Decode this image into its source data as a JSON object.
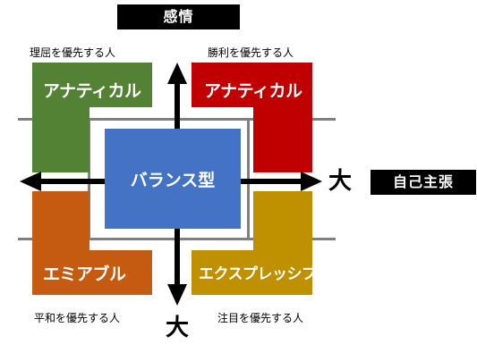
{
  "diagram": {
    "axis_vertical_title": "感情",
    "axis_horizontal_title": "自己主張",
    "axis_vertical_end": "大",
    "axis_horizontal_end": "大",
    "center": {
      "label": "バランス型",
      "color": "#4472c4"
    },
    "quadrants": [
      {
        "id": "top-left",
        "label": "アナティカル",
        "caption": "理屈を優先する人",
        "color": "#548235"
      },
      {
        "id": "top-right",
        "label": "アナティカル",
        "caption": "勝利を優先する人",
        "color": "#c00000"
      },
      {
        "id": "bottom-left",
        "label": "エミアブル",
        "caption": "平和を優先する人",
        "color": "#c55a11"
      },
      {
        "id": "bottom-right",
        "label": "エクスプレッシブ",
        "caption": "注目を優先する人",
        "color": "#bf9000"
      }
    ]
  }
}
